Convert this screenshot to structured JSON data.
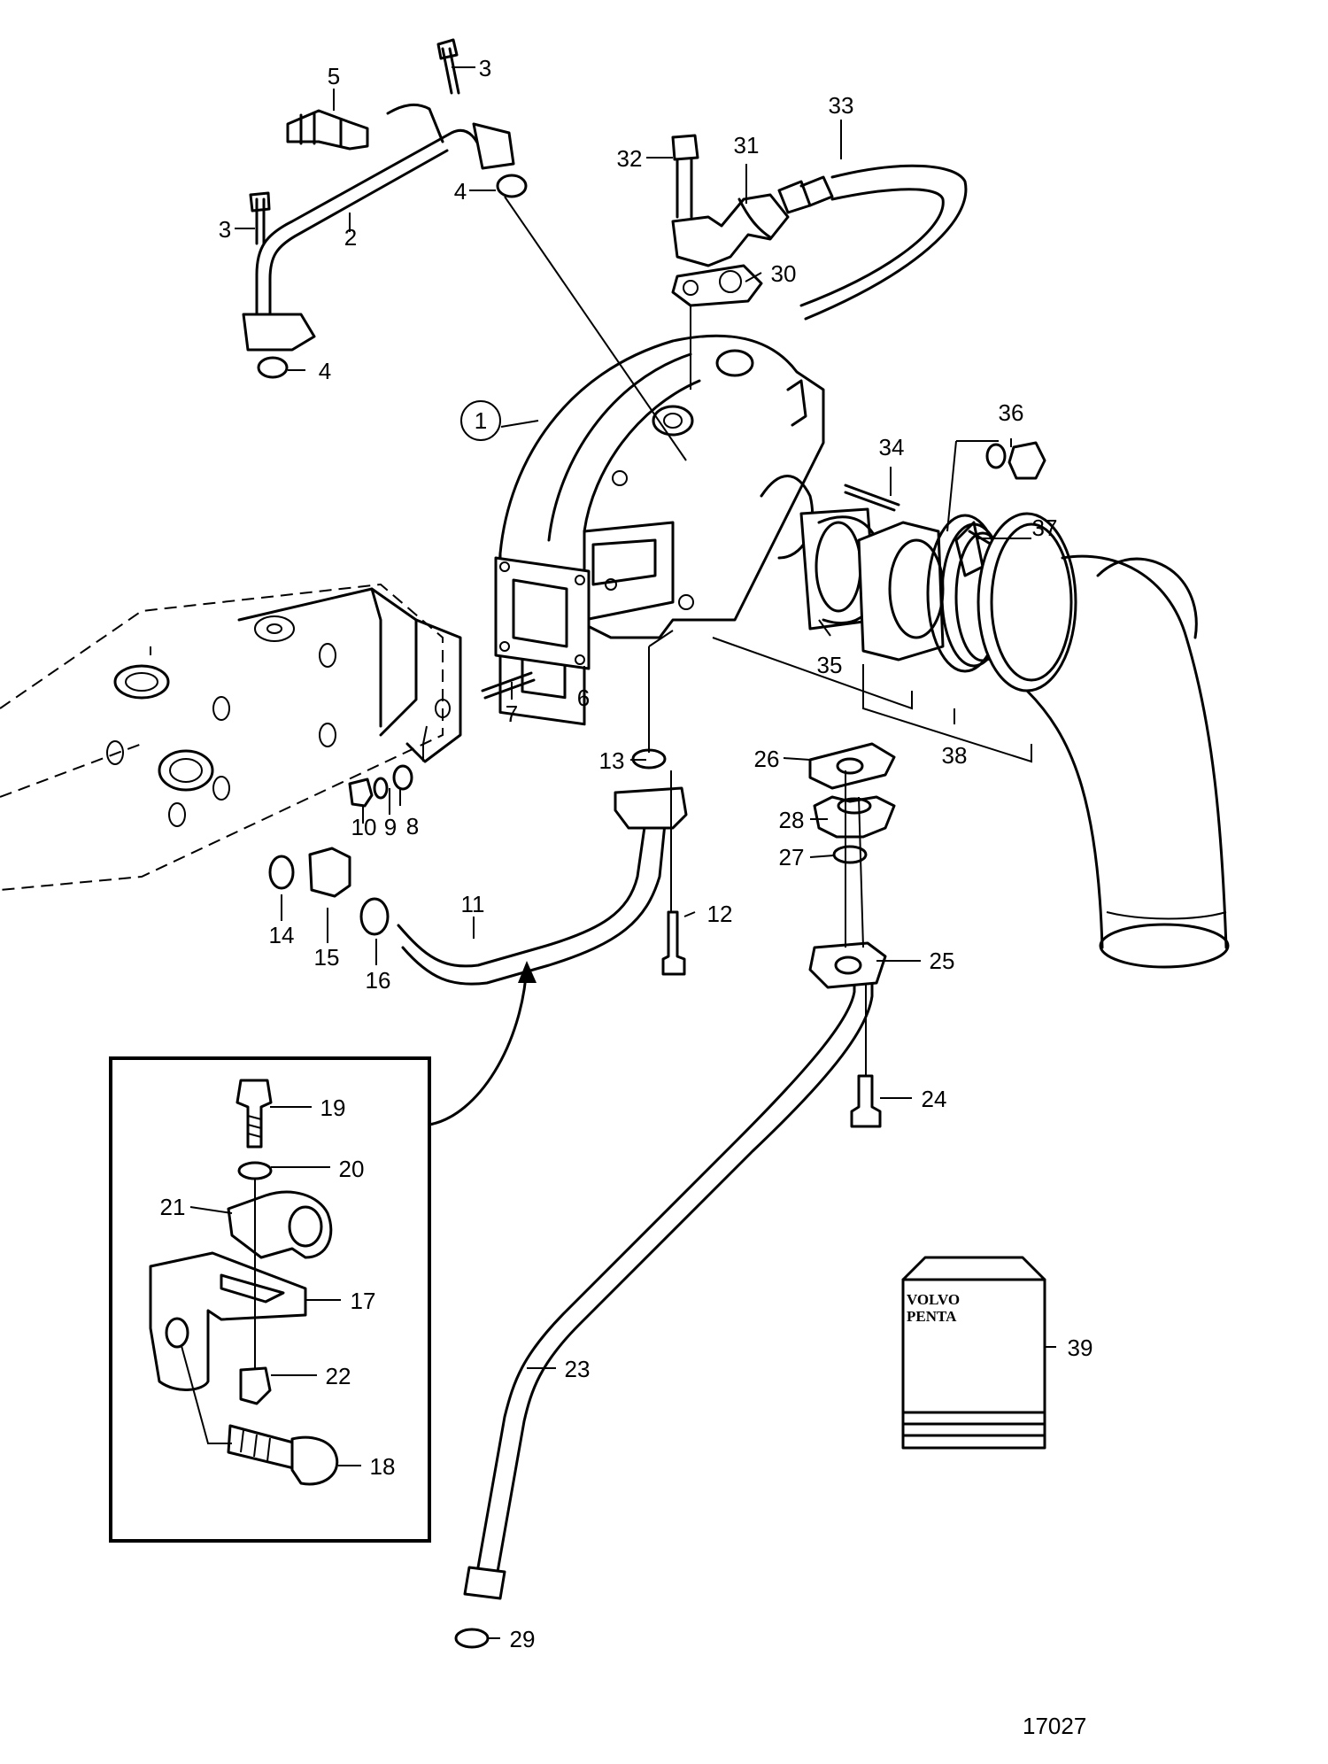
{
  "drawing_number": "17027",
  "brand_label": [
    "VOLVO",
    "PENTA"
  ],
  "parts": [
    {
      "id": "p1",
      "number": "1",
      "circled": true
    },
    {
      "id": "p2",
      "number": "2"
    },
    {
      "id": "p3a",
      "number": "3"
    },
    {
      "id": "p3b",
      "number": "3"
    },
    {
      "id": "p4a",
      "number": "4"
    },
    {
      "id": "p4b",
      "number": "4"
    },
    {
      "id": "p5",
      "number": "5"
    },
    {
      "id": "p6",
      "number": "6"
    },
    {
      "id": "p7",
      "number": "7"
    },
    {
      "id": "p8",
      "number": "8"
    },
    {
      "id": "p9",
      "number": "9"
    },
    {
      "id": "p10",
      "number": "10"
    },
    {
      "id": "p11",
      "number": "11"
    },
    {
      "id": "p12",
      "number": "12"
    },
    {
      "id": "p13",
      "number": "13"
    },
    {
      "id": "p14",
      "number": "14"
    },
    {
      "id": "p15",
      "number": "15"
    },
    {
      "id": "p16",
      "number": "16"
    },
    {
      "id": "p17",
      "number": "17"
    },
    {
      "id": "p18",
      "number": "18"
    },
    {
      "id": "p19",
      "number": "19"
    },
    {
      "id": "p20",
      "number": "20"
    },
    {
      "id": "p21",
      "number": "21"
    },
    {
      "id": "p22",
      "number": "22"
    },
    {
      "id": "p23",
      "number": "23"
    },
    {
      "id": "p24",
      "number": "24"
    },
    {
      "id": "p25",
      "number": "25"
    },
    {
      "id": "p26",
      "number": "26"
    },
    {
      "id": "p27",
      "number": "27"
    },
    {
      "id": "p28",
      "number": "28"
    },
    {
      "id": "p29",
      "number": "29"
    },
    {
      "id": "p30",
      "number": "30"
    },
    {
      "id": "p31",
      "number": "31"
    },
    {
      "id": "p32",
      "number": "32"
    },
    {
      "id": "p33",
      "number": "33"
    },
    {
      "id": "p34",
      "number": "34"
    },
    {
      "id": "p35",
      "number": "35"
    },
    {
      "id": "p36",
      "number": "36"
    },
    {
      "id": "p37",
      "number": "37"
    },
    {
      "id": "p38",
      "number": "38"
    },
    {
      "id": "p39",
      "number": "39"
    }
  ]
}
